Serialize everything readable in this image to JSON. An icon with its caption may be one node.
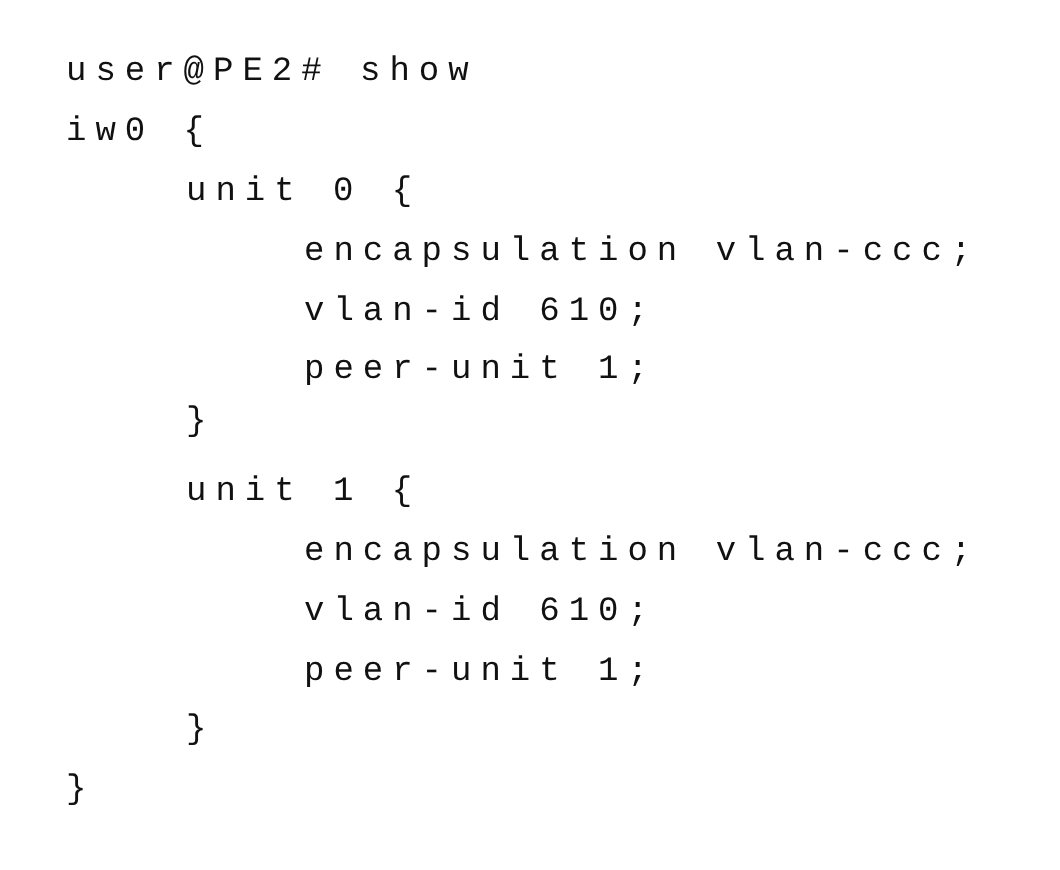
{
  "diagram": {
    "labels": [
      "user@PE2# show",
      "iw0 {",
      "unit 0 {",
      "encapsulation vlan-ccc;",
      "vlan-id 610;",
      "peer-unit 1;",
      "}",
      "unit 1 {",
      "encapsulation vlan-ccc;",
      "vlan-id 610;",
      "peer-unit 1;",
      "}",
      "}"
    ]
  }
}
